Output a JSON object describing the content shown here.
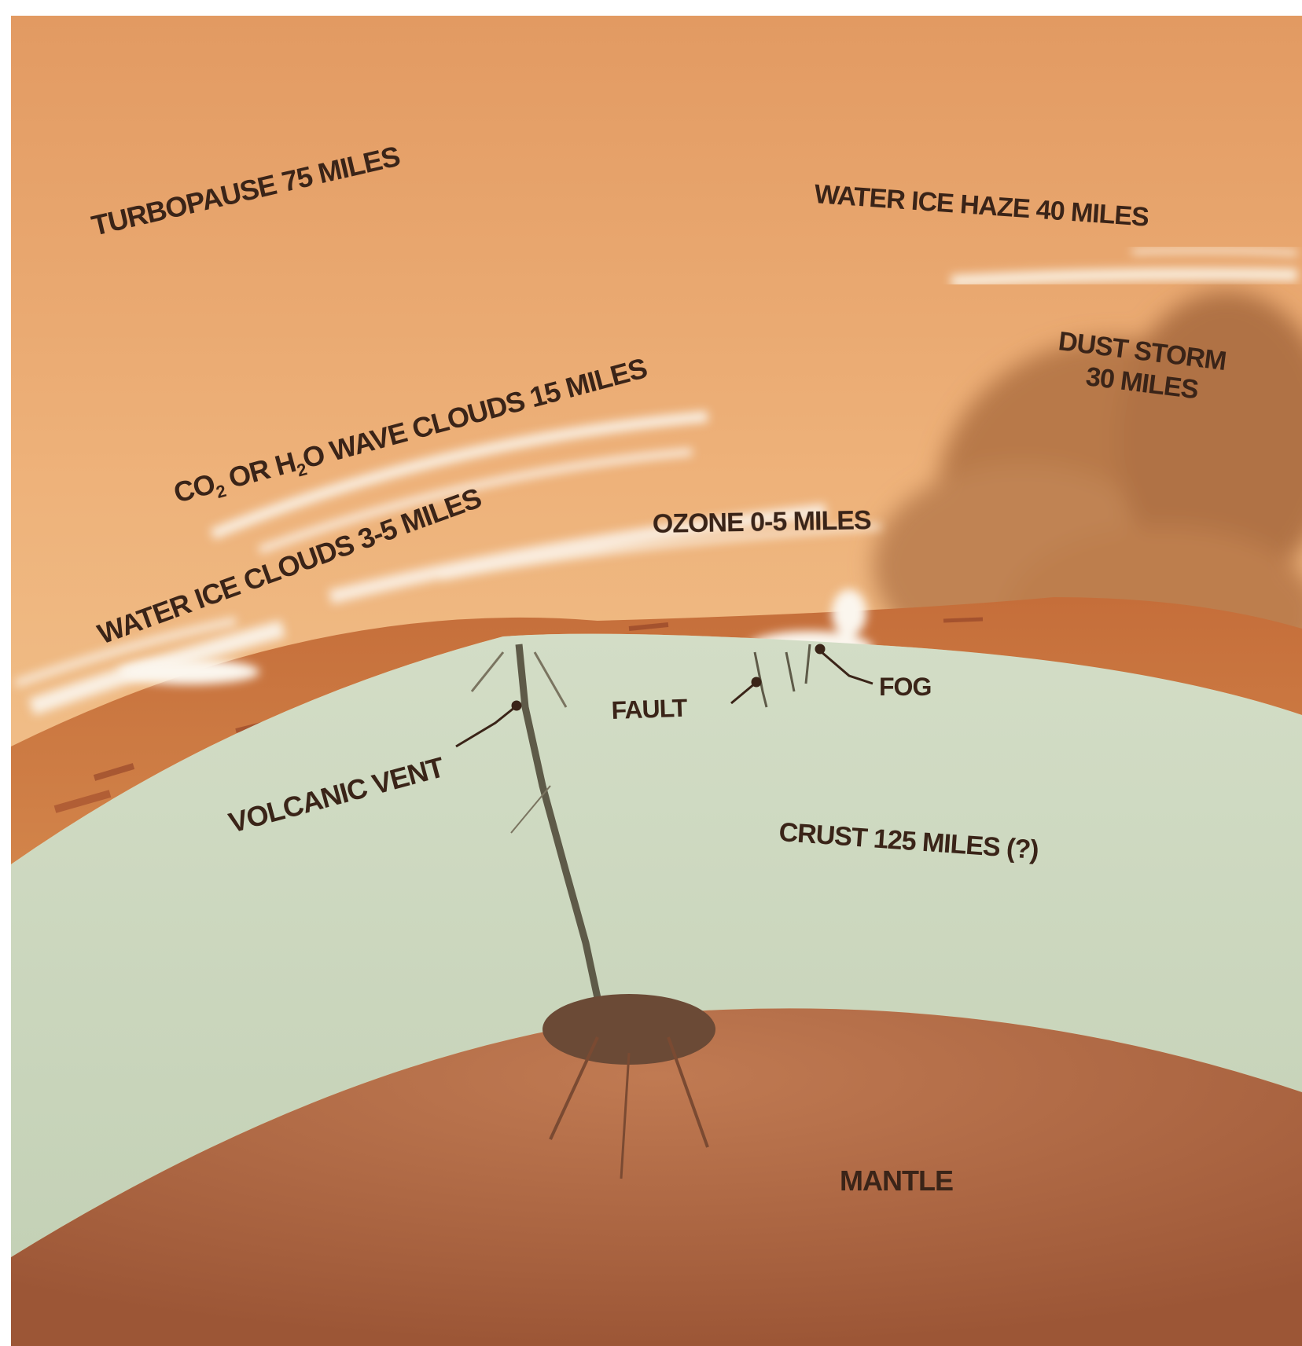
{
  "labels": {
    "turbopause": "TURBOPAUSE 75 MILES",
    "water_ice_haze": "WATER ICE HAZE 40 MILES",
    "dust_storm_line1": "DUST STORM",
    "dust_storm_line2": "30 MILES",
    "wave_clouds_prefix": "CO",
    "wave_clouds_sub1": "2",
    "wave_clouds_mid": " OR H",
    "wave_clouds_sub2": "2",
    "wave_clouds_suffix": "O WAVE CLOUDS 15 MILES",
    "ozone": "OZONE 0-5 MILES",
    "water_ice_clouds": "WATER ICE CLOUDS 3-5 MILES",
    "fault": "FAULT",
    "fog": "FOG",
    "volcanic_vent": "VOLCANIC VENT",
    "crust": "CRUST 125 MILES (?)",
    "mantle": "MANTLE"
  },
  "colors": {
    "sky_top": "#e8a46a",
    "sky_mid": "#efc08a",
    "surface_band": "#c8703c",
    "crust": "#c9d6bd",
    "mantle": "#b06a45",
    "dust": "#b98052",
    "cloud": "#fbf6ee",
    "ink": "#3a2418"
  }
}
